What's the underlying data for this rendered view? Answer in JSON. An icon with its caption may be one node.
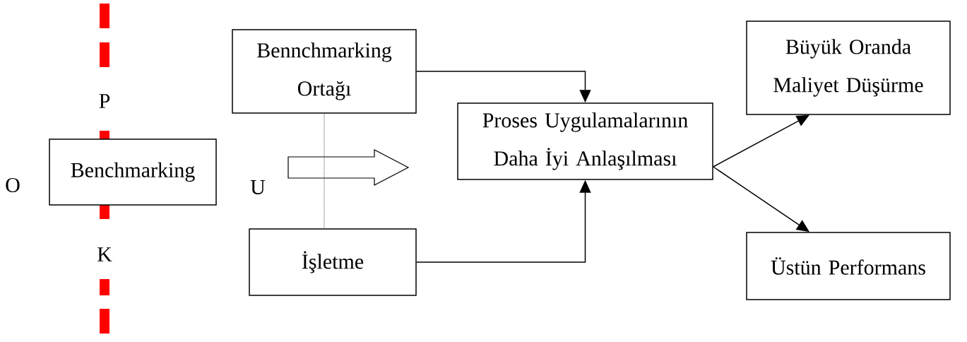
{
  "diagram": {
    "nodes": [
      {
        "text": [
          "Benchmarking"
        ]
      },
      {
        "text": [
          "Bennchmarking Ortağı"
        ]
      },
      {
        "text": [
          "İşletme"
        ]
      },
      {
        "text": [
          "Proses Uygulamalarının Daha İyi Anlaşılması"
        ]
      },
      {
        "text": [
          "Büyük Oranda Maliyet Düşürme"
        ]
      },
      {
        "text": [
          "Üstün Performans"
        ]
      }
    ],
    "edges": [
      {
        "from": 1,
        "to": 3,
        "arrow": "to"
      },
      {
        "from": 2,
        "to": 3,
        "arrow": "to"
      },
      {
        "from": 3,
        "to": 4,
        "arrow": "to"
      },
      {
        "from": 3,
        "to": 5,
        "arrow": "to"
      },
      {
        "from": 1,
        "to": 2,
        "arrow": "none",
        "style": "dashed"
      }
    ],
    "labels": [
      "P",
      "O",
      "U",
      "K"
    ]
  }
}
